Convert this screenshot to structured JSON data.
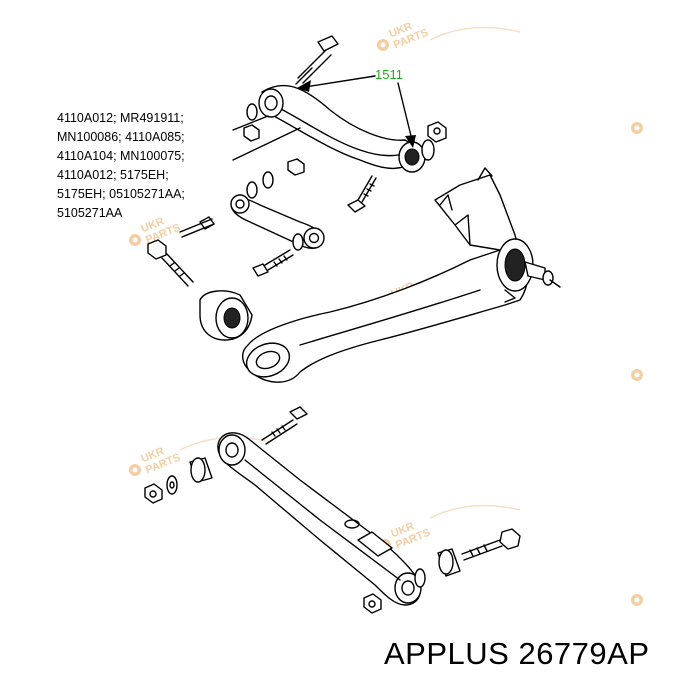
{
  "callout": {
    "label": "1511",
    "color": "#1faa1f"
  },
  "part_numbers": [
    "4110A012; MR491911;",
    "MN100086; 4110A085;",
    "4110A104; MN100075;",
    "4110A012; 5175EH;",
    "5175EH; 05105271AA;",
    "5105271AA"
  ],
  "watermark": {
    "text_top": "UKR",
    "text_bottom": "PARTS",
    "color": "#f3c99a"
  },
  "brand": {
    "name": "APPLUS",
    "part": "26779AP",
    "full": "APPLUS 26779AP"
  }
}
